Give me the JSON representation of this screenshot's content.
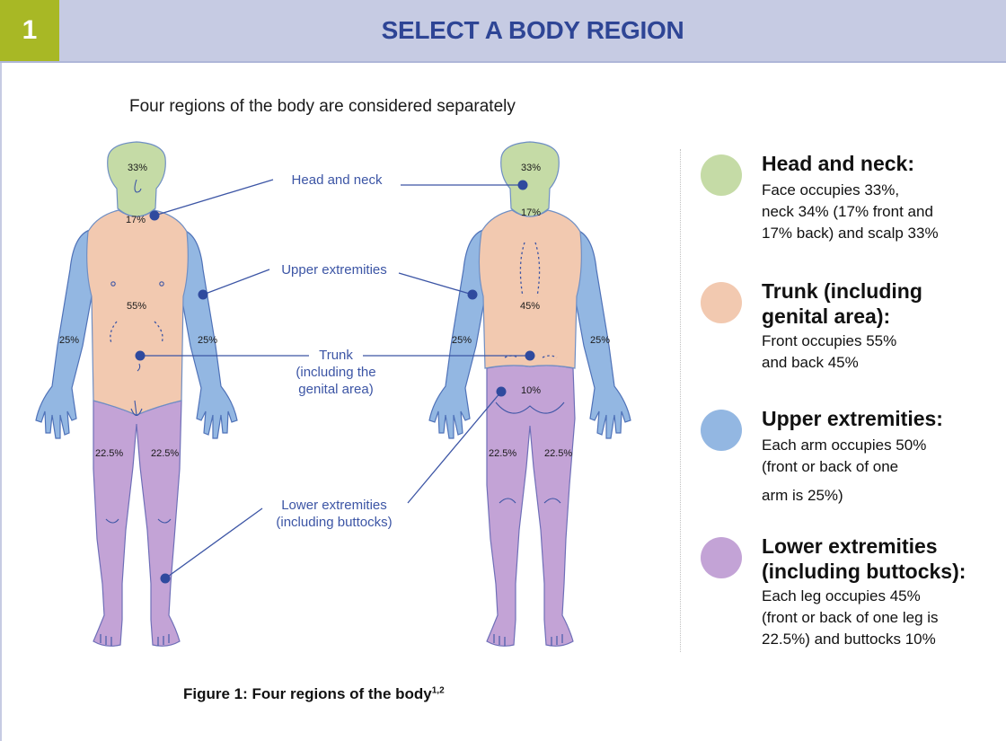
{
  "header": {
    "step_number": "1",
    "title": "SELECT A BODY REGION"
  },
  "intro_text": "Four regions of the body are considered separately",
  "figure": {
    "front_labels": {
      "head": "33%",
      "neck": "17%",
      "trunk": "55%",
      "arm_left": "25%",
      "arm_right": "25%",
      "leg_left": "22.5%",
      "leg_right": "22.5%"
    },
    "back_labels": {
      "head": "33%",
      "neck": "17%",
      "trunk": "45%",
      "buttocks": "10%",
      "arm_left": "25%",
      "arm_right": "25%",
      "leg_left": "22.5%",
      "leg_right": "22.5%"
    },
    "callouts": {
      "head": "Head and neck",
      "upper": "Upper extremities",
      "trunk_1": "Trunk",
      "trunk_2": "(including the",
      "trunk_3": "genital area)",
      "lower_1": "Lower extremities",
      "lower_2": "(including buttocks)"
    },
    "caption": "Figure 1: Four regions of the body",
    "caption_sup": "1,2"
  },
  "legend": [
    {
      "title": "Head and neck:",
      "desc_lines": [
        "Face occupies 33%,",
        "neck 34% (17% front and",
        "17% back) and scalp 33%"
      ]
    },
    {
      "title": "Trunk (including genital area):",
      "desc_lines": [
        "Front occupies 55%",
        "and back 45%"
      ]
    },
    {
      "title": "Upper extremities:",
      "desc_lines": [
        "Each arm occupies 50%",
        "(front or back of one",
        "arm is 25%)"
      ]
    },
    {
      "title": "Lower extremities (including buttocks):",
      "desc_lines": [
        "Each leg occupies 45%",
        "(front or back of one leg is",
        "22.5%) and buttocks 10%"
      ]
    }
  ],
  "colors": {
    "header_bg": "#c6cbe3",
    "step_bg": "#a8b825",
    "title": "#2e4595",
    "head": "#c5dba6",
    "trunk": "#f2c9b0",
    "upper": "#93b7e2",
    "lower": "#c3a3d6",
    "callout": "#3c55a5"
  }
}
